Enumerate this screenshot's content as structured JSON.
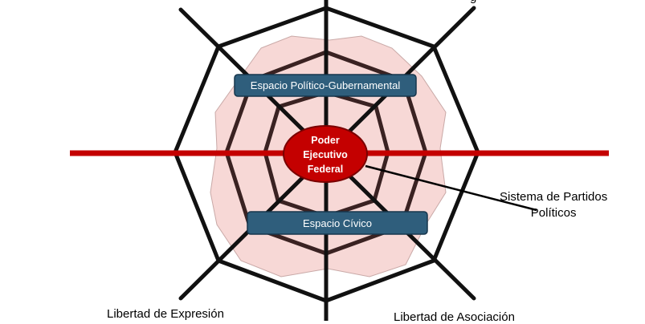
{
  "colors": {
    "web_strand": "#111111",
    "web_inner": "#3a2222",
    "pink_fill": "#f7d8d6",
    "red_axis": "#c40000",
    "center_fill": "#c40000",
    "box_fill": "#2f5e7c",
    "box_stroke": "#17364d"
  },
  "labels": {
    "top_right_partial": "g",
    "gov_space": "Espacio Político-Gubernamental",
    "civic_space": "Espacio Cívico",
    "center_line1": "Poder",
    "center_line2": "Ejecutivo",
    "center_line3": "Federal",
    "parties_line1": "Sistema de Partidos",
    "parties_line2": "Políticos",
    "expression": "Libertad de Expresión",
    "association": "Libertad de Asociación"
  }
}
